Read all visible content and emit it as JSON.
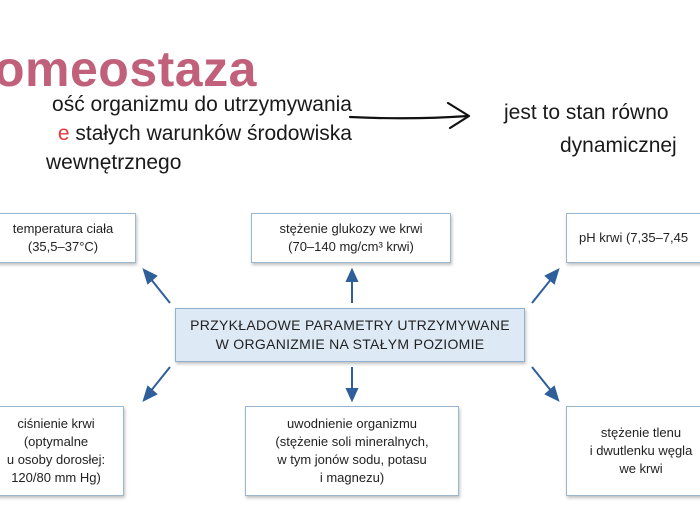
{
  "title": "omeostaza",
  "definition": {
    "line1": "ość organizmu do utrzymywania",
    "line2_highlight": "e",
    "line2_rest": " stałych warunków środowiska",
    "line3": "wewnętrznego"
  },
  "right_text": {
    "line1": "jest to stan równo",
    "line2": "dynamicznej"
  },
  "diagram": {
    "center": {
      "line1": "PRZYKŁADOWE PARAMETRY UTRZYMYWANE",
      "line2": "W ORGANIZMIE NA STAŁYM POZIOMIE"
    },
    "temperature": {
      "line1": "temperatura ciała",
      "line2": "(35,5–37°C)"
    },
    "glucose": {
      "line1": "stężenie glukozy we krwi",
      "line2": "(70–140 mg/cm³ krwi)"
    },
    "ph": {
      "line1": "pH krwi (7,35–7,45"
    },
    "pressure": {
      "line1": "ciśnienie krwi",
      "line2": "(optymalne",
      "line3": "u osoby dorosłej:",
      "line4": "120/80 mm Hg)"
    },
    "hydration": {
      "line1": "uwodnienie organizmu",
      "line2": "(stężenie soli mineralnych,",
      "line3": "w tym jonów sodu, potasu",
      "line4": "i magnezu)"
    },
    "oxygen": {
      "line1": "stężenie tlenu",
      "line2": "i dwutlenku węgla",
      "line3": "we krwi"
    }
  },
  "colors": {
    "title": "#c0607a",
    "highlight": "#e23b3b",
    "arrow": "#2e5f9a",
    "center_fill": "#ddeaf6"
  }
}
